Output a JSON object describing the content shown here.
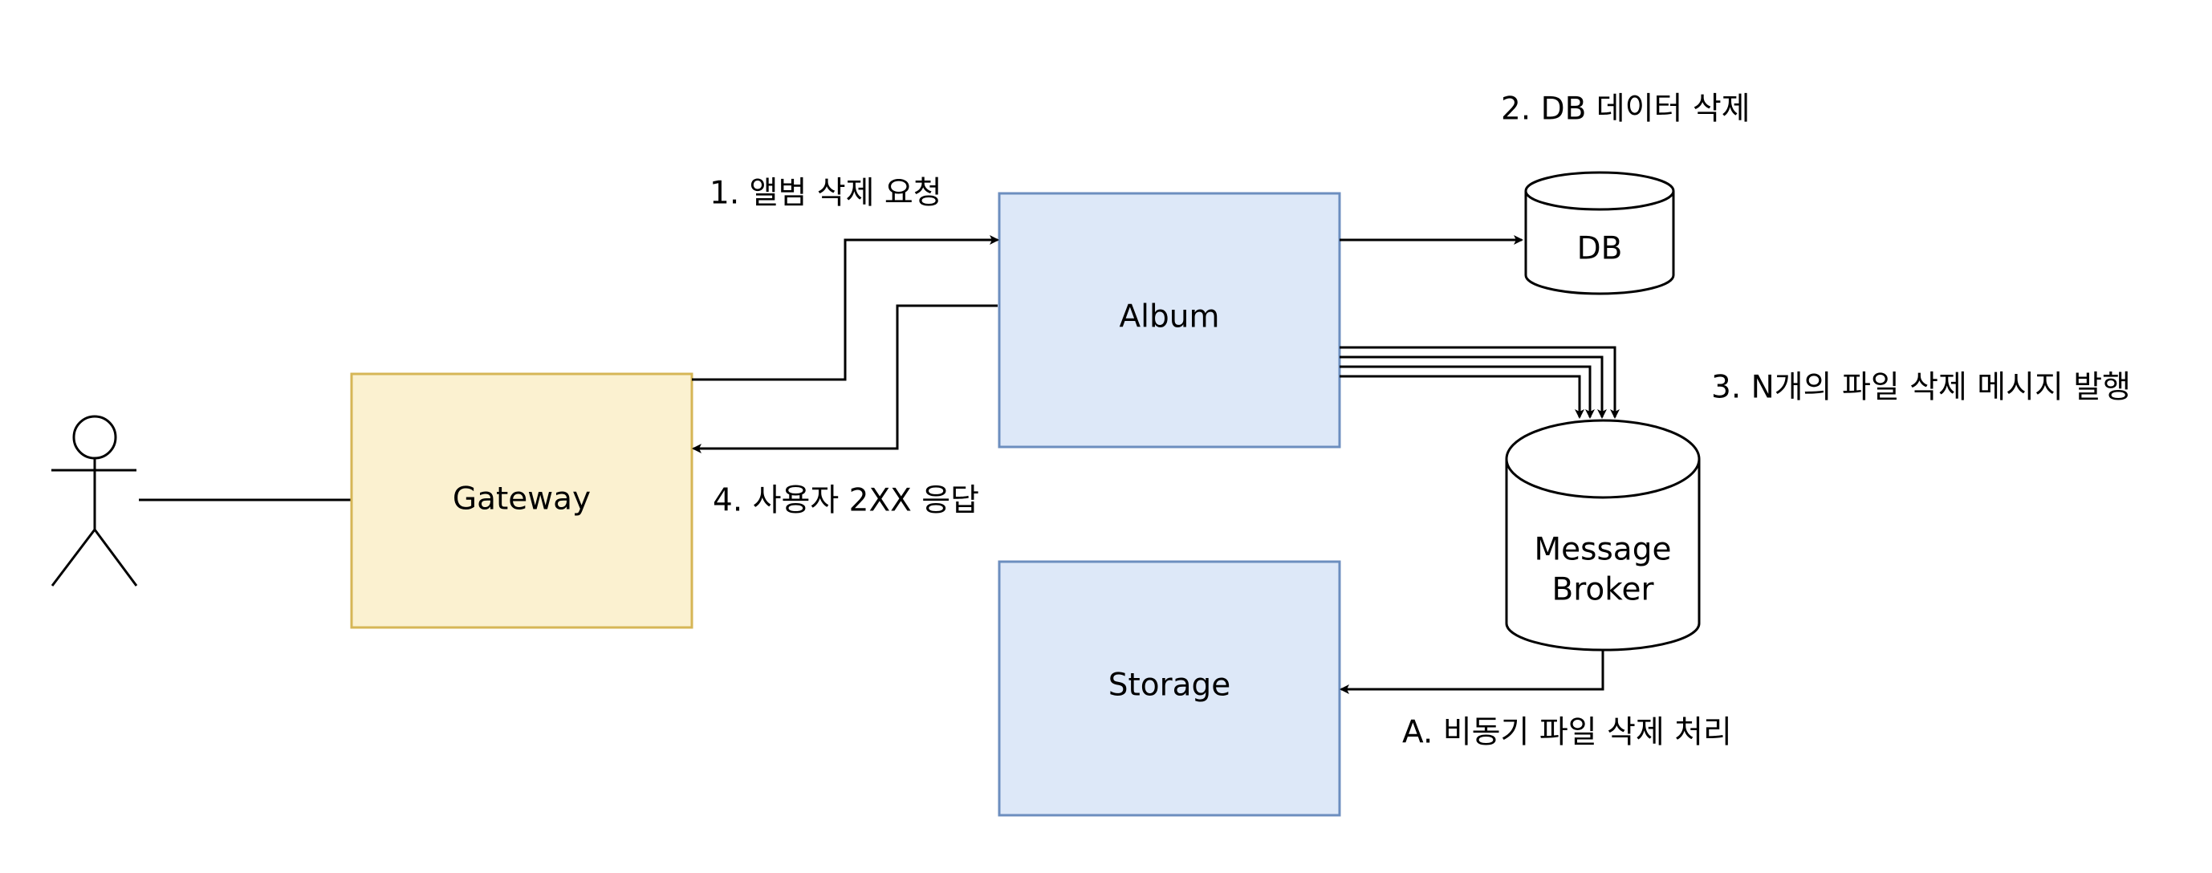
{
  "nodes": {
    "gateway": {
      "label": "Gateway",
      "fill": "#fbf1d0",
      "stroke": "#d6b656"
    },
    "album": {
      "label": "Album",
      "fill": "#dde8f8",
      "stroke": "#6c8ebf"
    },
    "storage": {
      "label": "Storage",
      "fill": "#dde8f8",
      "stroke": "#6c8ebf"
    },
    "db": {
      "label": "DB"
    },
    "broker": {
      "label_line1": "Message",
      "label_line2": "Broker"
    }
  },
  "edges": {
    "request": {
      "label": "1. 앨범 삭제 요청"
    },
    "db_delete": {
      "label": "2. DB 데이터 삭제"
    },
    "publish": {
      "label": "3. N개의 파일 삭제 메시지 발행"
    },
    "response": {
      "label": "4. 사용자 2XX 응답"
    },
    "async_delete": {
      "label": "A. 비동기 파일 삭제 처리"
    }
  },
  "colors": {
    "line": "#000000",
    "text": "#000000",
    "background": "#ffffff"
  }
}
